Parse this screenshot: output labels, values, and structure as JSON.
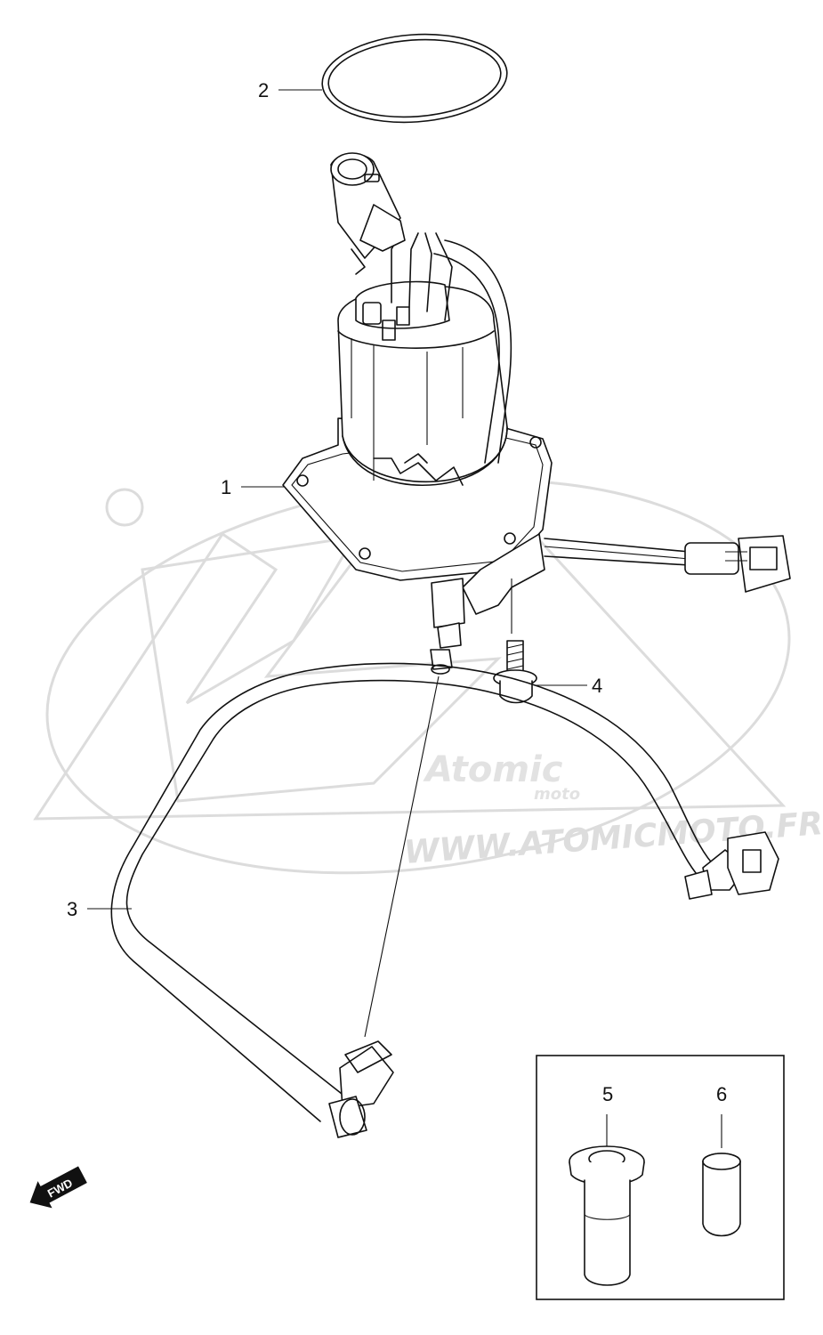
{
  "callouts": [
    {
      "id": "1",
      "label": "1"
    },
    {
      "id": "2",
      "label": "2"
    },
    {
      "id": "3",
      "label": "3"
    },
    {
      "id": "4",
      "label": "4"
    },
    {
      "id": "5",
      "label": "5"
    },
    {
      "id": "6",
      "label": "6"
    }
  ],
  "fwd_badge": "FWD",
  "watermark": {
    "logo_text": "Atomic",
    "logo_sub": "moto",
    "url": "WWW.ATOMICMOTO.FR"
  },
  "colors": {
    "line": "#111111",
    "watermark": "#d9d9d9"
  }
}
